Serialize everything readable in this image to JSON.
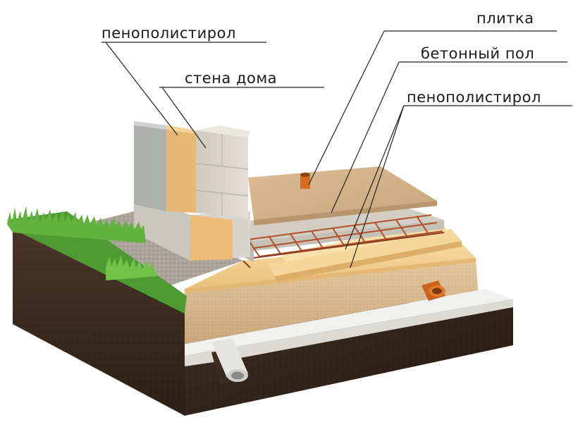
{
  "labels": {
    "eps_wall": "пенополистирол",
    "house_wall": "стена дома",
    "tile": "плитка",
    "concrete_floor": "бетонный пол",
    "eps_floor": "пенополистирол"
  },
  "colors": {
    "soil": "#3a2a20",
    "soil_dark": "#2a1d16",
    "sand": "#d9b98e",
    "gravel": "#a9a39a",
    "eps_foam": "#f2cf8e",
    "wall_block": "#d8d4c8",
    "concrete": "#cfcac0",
    "tile": "#d6b48d",
    "grass": "#5faa3c",
    "pipe_orange": "#d2691e",
    "pipe_white": "#e8e8e8",
    "rebar": "#b5532f",
    "leader_line": "#222222"
  }
}
